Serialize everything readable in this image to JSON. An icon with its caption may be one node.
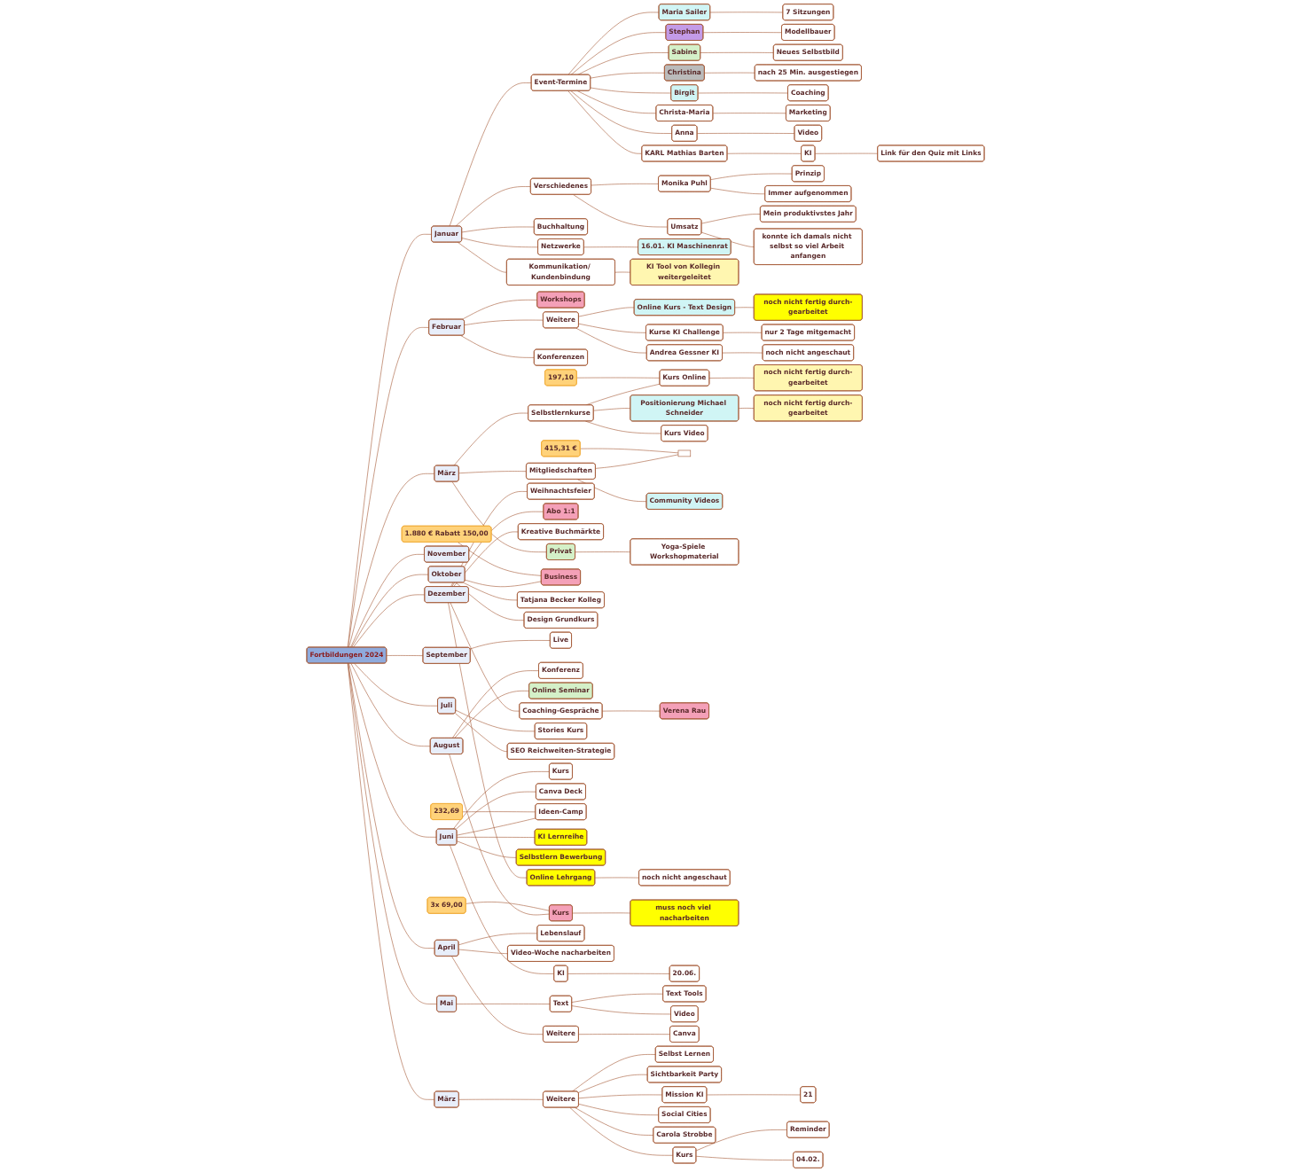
{
  "diagram": {
    "nodes": [
      {
        "text": [
          "Fortbildungen 2024"
        ]
      },
      {
        "text": [
          "Januar"
        ]
      },
      {
        "text": [
          "Event-Termine"
        ]
      },
      {
        "text": [
          "Maria Sailer"
        ]
      },
      {
        "text": [
          "7 Sitzungen"
        ]
      },
      {
        "text": [
          "Stephan"
        ]
      },
      {
        "text": [
          "Modellbauer"
        ]
      },
      {
        "text": [
          "Sabine"
        ]
      },
      {
        "text": [
          "Neues Selbstbild"
        ]
      },
      {
        "text": [
          "Christina"
        ]
      },
      {
        "text": [
          "nach 25 Min. ausgestiegen"
        ]
      },
      {
        "text": [
          "Birgit"
        ]
      },
      {
        "text": [
          "Coaching"
        ]
      },
      {
        "text": [
          "Christa-Maria"
        ]
      },
      {
        "text": [
          "Marketing"
        ]
      },
      {
        "text": [
          "Anna"
        ]
      },
      {
        "text": [
          "Video"
        ]
      },
      {
        "text": [
          "KARL Mathias Barten"
        ]
      },
      {
        "text": [
          "KI"
        ]
      },
      {
        "text": [
          "Link für den Quiz mit Links"
        ]
      },
      {
        "text": [
          "Verschiedenes"
        ]
      },
      {
        "text": [
          "Monika Puhl"
        ]
      },
      {
        "text": [
          "Prinzip"
        ]
      },
      {
        "text": [
          "Immer aufgenommen"
        ]
      },
      {
        "text": [
          "Umsatz"
        ]
      },
      {
        "text": [
          "Mein produktivstes Jahr"
        ]
      },
      {
        "text": [
          "konnte ich damals nicht selbst so viel Arbeit anfangen"
        ]
      },
      {
        "text": [
          "Buchhaltung"
        ]
      },
      {
        "text": [
          "Netzwerke"
        ]
      },
      {
        "text": [
          "16.01. KI Maschinenrat"
        ]
      },
      {
        "text": [
          "Kommunikation/ Kundenbindung"
        ]
      },
      {
        "text": [
          "KI Tool von Kollegin weitergeleitet"
        ]
      },
      {
        "text": [
          "Februar"
        ]
      },
      {
        "text": [
          "Workshops"
        ]
      },
      {
        "text": [
          "Weitere"
        ]
      },
      {
        "text": [
          "Online Kurs - Text Design"
        ]
      },
      {
        "text": [
          "noch nicht fertig durch-gearbeitet"
        ]
      },
      {
        "text": [
          "Kurse KI Challenge"
        ]
      },
      {
        "text": [
          "nur 2 Tage mitgemacht"
        ]
      },
      {
        "text": [
          "Andrea Gessner KI"
        ]
      },
      {
        "text": [
          "noch nicht angeschaut"
        ]
      },
      {
        "text": [
          "Konferenzen"
        ]
      },
      {
        "text": [
          "März"
        ]
      },
      {
        "text": [
          "Selbstlernkurse"
        ]
      },
      {
        "text": [
          "Kurs Online"
        ]
      },
      {
        "text": [
          "noch nicht fertig durch-gearbeitet"
        ]
      },
      {
        "text": [
          "Positionierung Michael Schneider"
        ]
      },
      {
        "text": [
          "noch nicht fertig durch-gearbeitet"
        ]
      },
      {
        "text": [
          "Kurs Video"
        ]
      },
      {
        "text": [
          "Mitgliedschaften"
        ]
      },
      {
        "text": [],
        "shape": "box"
      },
      {
        "text": [
          "Community Videos"
        ]
      },
      {
        "text": [
          "Privat"
        ]
      },
      {
        "text": [
          "Yoga-Spiele Workshopmaterial"
        ]
      },
      {
        "text": [
          "Dezember"
        ]
      },
      {
        "text": [
          "Coaching-Gespräche"
        ]
      },
      {
        "text": [
          "Verena Rau"
        ]
      },
      {
        "text": [
          "Weihnachtsfeier"
        ]
      },
      {
        "text": [
          "Abo 1:1"
        ]
      },
      {
        "text": [
          "Kreative Buchmärkte"
        ]
      },
      {
        "text": [
          "Online Lehrgang"
        ]
      },
      {
        "text": [
          "noch nicht angeschaut"
        ]
      },
      {
        "text": [
          "November"
        ]
      },
      {
        "text": [
          "Oktober"
        ]
      },
      {
        "text": [
          "Business"
        ]
      },
      {
        "text": [
          "Tatjana Becker Kolleg"
        ]
      },
      {
        "text": [
          "Design Grundkurs"
        ]
      },
      {
        "text": [
          "September"
        ]
      },
      {
        "text": [
          "Live"
        ]
      },
      {
        "text": [
          "August"
        ]
      },
      {
        "text": [
          "Konferenz"
        ]
      },
      {
        "text": [
          "Online Seminar"
        ]
      },
      {
        "text": [
          "Kurs"
        ]
      },
      {
        "text": [
          "muss noch viel nacharbeiten"
        ]
      },
      {
        "text": [
          "Juli"
        ]
      },
      {
        "text": [
          "Stories Kurs"
        ]
      },
      {
        "text": [
          "SEO Reichweiten-Strategie"
        ]
      },
      {
        "text": [
          "Juni"
        ]
      },
      {
        "text": [
          "Kurs"
        ]
      },
      {
        "text": [
          "Canva Deck"
        ]
      },
      {
        "text": [
          "Ideen-Camp"
        ]
      },
      {
        "text": [
          "KI Lernreihe"
        ]
      },
      {
        "text": [
          "Selbstlern Bewerbung"
        ]
      },
      {
        "text": [
          "KI"
        ]
      },
      {
        "text": [
          "20.06."
        ]
      },
      {
        "text": [
          "Mai"
        ]
      },
      {
        "text": [
          "Text"
        ]
      },
      {
        "text": [
          "Text Tools"
        ]
      },
      {
        "text": [
          "Video"
        ]
      },
      {
        "text": [
          "April"
        ]
      },
      {
        "text": [
          "Lebenslauf"
        ]
      },
      {
        "text": [
          "Video-Woche nacharbeiten"
        ]
      },
      {
        "text": [
          "Weitere"
        ]
      },
      {
        "text": [
          "Canva"
        ]
      },
      {
        "text": [
          "März"
        ]
      },
      {
        "text": [
          "Weitere"
        ]
      },
      {
        "text": [
          "Selbst Lernen"
        ]
      },
      {
        "text": [
          "Sichtbarkeit Party"
        ]
      },
      {
        "text": [
          "Mission KI"
        ]
      },
      {
        "text": [
          "21"
        ]
      },
      {
        "text": [
          "Social Cities"
        ]
      },
      {
        "text": [
          "Carola Strobbe"
        ]
      },
      {
        "text": [
          "Kurs"
        ]
      },
      {
        "text": [
          "Reminder"
        ]
      },
      {
        "text": [
          "04.02."
        ]
      },
      {
        "text": [
          "197,10"
        ]
      },
      {
        "text": [
          "415,31 €"
        ]
      },
      {
        "text": [
          "1.880 € Rabatt 150,00"
        ]
      },
      {
        "text": [
          "3x 69,00"
        ]
      },
      {
        "text": [
          "232,69"
        ]
      }
    ],
    "edges": [
      {
        "from": 0,
        "to": 1,
        "arrow": "none"
      },
      {
        "from": 1,
        "to": 2,
        "arrow": "none"
      },
      {
        "from": 2,
        "to": 3,
        "arrow": "none"
      },
      {
        "from": 3,
        "to": 4,
        "arrow": "none"
      },
      {
        "from": 2,
        "to": 5,
        "arrow": "none"
      },
      {
        "from": 5,
        "to": 6,
        "arrow": "none"
      },
      {
        "from": 2,
        "to": 7,
        "arrow": "none"
      },
      {
        "from": 7,
        "to": 8,
        "arrow": "none"
      },
      {
        "from": 2,
        "to": 9,
        "arrow": "none"
      },
      {
        "from": 9,
        "to": 10,
        "arrow": "none"
      },
      {
        "from": 2,
        "to": 11,
        "arrow": "none"
      },
      {
        "from": 11,
        "to": 12,
        "arrow": "none"
      },
      {
        "from": 2,
        "to": 13,
        "arrow": "none"
      },
      {
        "from": 13,
        "to": 14,
        "arrow": "none"
      },
      {
        "from": 2,
        "to": 15,
        "arrow": "none"
      },
      {
        "from": 15,
        "to": 16,
        "arrow": "none"
      },
      {
        "from": 2,
        "to": 17,
        "arrow": "none"
      },
      {
        "from": 17,
        "to": 18,
        "arrow": "none"
      },
      {
        "from": 18,
        "to": 19,
        "arrow": "none"
      },
      {
        "from": 1,
        "to": 20,
        "arrow": "none"
      },
      {
        "from": 20,
        "to": 21,
        "arrow": "none"
      },
      {
        "from": 21,
        "to": 22,
        "arrow": "none"
      },
      {
        "from": 21,
        "to": 23,
        "arrow": "none"
      },
      {
        "from": 20,
        "to": 24,
        "arrow": "none"
      },
      {
        "from": 24,
        "to": 25,
        "arrow": "none"
      },
      {
        "from": 24,
        "to": 26,
        "arrow": "none"
      },
      {
        "from": 1,
        "to": 27,
        "arrow": "none"
      },
      {
        "from": 1,
        "to": 28,
        "arrow": "none"
      },
      {
        "from": 28,
        "to": 29,
        "arrow": "none"
      },
      {
        "from": 1,
        "to": 30,
        "arrow": "none"
      },
      {
        "from": 30,
        "to": 31,
        "arrow": "none"
      },
      {
        "from": 0,
        "to": 32,
        "arrow": "none"
      },
      {
        "from": 32,
        "to": 33,
        "arrow": "none"
      },
      {
        "from": 32,
        "to": 34,
        "arrow": "none"
      },
      {
        "from": 34,
        "to": 35,
        "arrow": "none"
      },
      {
        "from": 35,
        "to": 36,
        "arrow": "none"
      },
      {
        "from": 34,
        "to": 37,
        "arrow": "none"
      },
      {
        "from": 37,
        "to": 38,
        "arrow": "none"
      },
      {
        "from": 34,
        "to": 39,
        "arrow": "none"
      },
      {
        "from": 39,
        "to": 40,
        "arrow": "none"
      },
      {
        "from": 32,
        "to": 41,
        "arrow": "none"
      },
      {
        "from": 0,
        "to": 42,
        "arrow": "none"
      },
      {
        "from": 42,
        "to": 43,
        "arrow": "none"
      },
      {
        "from": 43,
        "to": 44,
        "arrow": "none"
      },
      {
        "from": 44,
        "to": 45,
        "arrow": "none"
      },
      {
        "from": 43,
        "to": 46,
        "arrow": "none"
      },
      {
        "from": 46,
        "to": 47,
        "arrow": "none"
      },
      {
        "from": 43,
        "to": 48,
        "arrow": "none"
      },
      {
        "from": 42,
        "to": 49,
        "arrow": "none"
      },
      {
        "from": 49,
        "to": 50,
        "arrow": "none"
      },
      {
        "from": 49,
        "to": 51,
        "arrow": "none"
      },
      {
        "from": 42,
        "to": 52,
        "arrow": "none"
      },
      {
        "from": 52,
        "to": 53,
        "arrow": "none"
      },
      {
        "from": 0,
        "to": 54,
        "arrow": "none"
      },
      {
        "from": 54,
        "to": 55,
        "arrow": "none"
      },
      {
        "from": 55,
        "to": 56,
        "arrow": "none"
      },
      {
        "from": 54,
        "to": 57,
        "arrow": "none"
      },
      {
        "from": 54,
        "to": 58,
        "arrow": "none"
      },
      {
        "from": 54,
        "to": 59,
        "arrow": "none"
      },
      {
        "from": 54,
        "to": 60,
        "arrow": "none"
      },
      {
        "from": 60,
        "to": 61,
        "arrow": "none"
      },
      {
        "from": 0,
        "to": 62,
        "arrow": "none"
      },
      {
        "from": 0,
        "to": 63,
        "arrow": "none"
      },
      {
        "from": 63,
        "to": 64,
        "arrow": "none"
      },
      {
        "from": 63,
        "to": 65,
        "arrow": "none"
      },
      {
        "from": 63,
        "to": 66,
        "arrow": "none"
      },
      {
        "from": 0,
        "to": 67,
        "arrow": "none"
      },
      {
        "from": 67,
        "to": 68,
        "arrow": "none"
      },
      {
        "from": 0,
        "to": 69,
        "arrow": "none"
      },
      {
        "from": 69,
        "to": 70,
        "arrow": "none"
      },
      {
        "from": 69,
        "to": 71,
        "arrow": "none"
      },
      {
        "from": 69,
        "to": 72,
        "arrow": "none"
      },
      {
        "from": 72,
        "to": 73,
        "arrow": "none"
      },
      {
        "from": 0,
        "to": 74,
        "arrow": "none"
      },
      {
        "from": 74,
        "to": 75,
        "arrow": "none"
      },
      {
        "from": 74,
        "to": 76,
        "arrow": "none"
      },
      {
        "from": 0,
        "to": 77,
        "arrow": "none"
      },
      {
        "from": 77,
        "to": 78,
        "arrow": "none"
      },
      {
        "from": 77,
        "to": 79,
        "arrow": "none"
      },
      {
        "from": 77,
        "to": 80,
        "arrow": "none"
      },
      {
        "from": 77,
        "to": 81,
        "arrow": "none"
      },
      {
        "from": 77,
        "to": 82,
        "arrow": "none"
      },
      {
        "from": 77,
        "to": 83,
        "arrow": "none"
      },
      {
        "from": 83,
        "to": 84,
        "arrow": "none"
      },
      {
        "from": 0,
        "to": 85,
        "arrow": "none"
      },
      {
        "from": 85,
        "to": 86,
        "arrow": "none"
      },
      {
        "from": 86,
        "to": 87,
        "arrow": "none"
      },
      {
        "from": 86,
        "to": 88,
        "arrow": "none"
      },
      {
        "from": 0,
        "to": 89,
        "arrow": "none"
      },
      {
        "from": 89,
        "to": 90,
        "arrow": "none"
      },
      {
        "from": 89,
        "to": 91,
        "arrow": "none"
      },
      {
        "from": 89,
        "to": 92,
        "arrow": "none"
      },
      {
        "from": 92,
        "to": 93,
        "arrow": "none"
      },
      {
        "from": 0,
        "to": 94,
        "arrow": "none"
      },
      {
        "from": 94,
        "to": 95,
        "arrow": "none"
      },
      {
        "from": 95,
        "to": 96,
        "arrow": "none"
      },
      {
        "from": 95,
        "to": 97,
        "arrow": "none"
      },
      {
        "from": 95,
        "to": 98,
        "arrow": "none"
      },
      {
        "from": 98,
        "to": 99,
        "arrow": "none"
      },
      {
        "from": 95,
        "to": 100,
        "arrow": "none"
      },
      {
        "from": 95,
        "to": 101,
        "arrow": "none"
      },
      {
        "from": 95,
        "to": 102,
        "arrow": "none"
      },
      {
        "from": 102,
        "to": 103,
        "arrow": "none"
      },
      {
        "from": 102,
        "to": 104,
        "arrow": "none"
      },
      {
        "from": 105,
        "to": 44,
        "arrow": "none"
      },
      {
        "from": 106,
        "to": 50,
        "arrow": "none"
      },
      {
        "from": 107,
        "to": 64,
        "arrow": "none"
      },
      {
        "from": 108,
        "to": 72,
        "arrow": "none"
      },
      {
        "from": 109,
        "to": 80,
        "arrow": "none"
      }
    ]
  }
}
